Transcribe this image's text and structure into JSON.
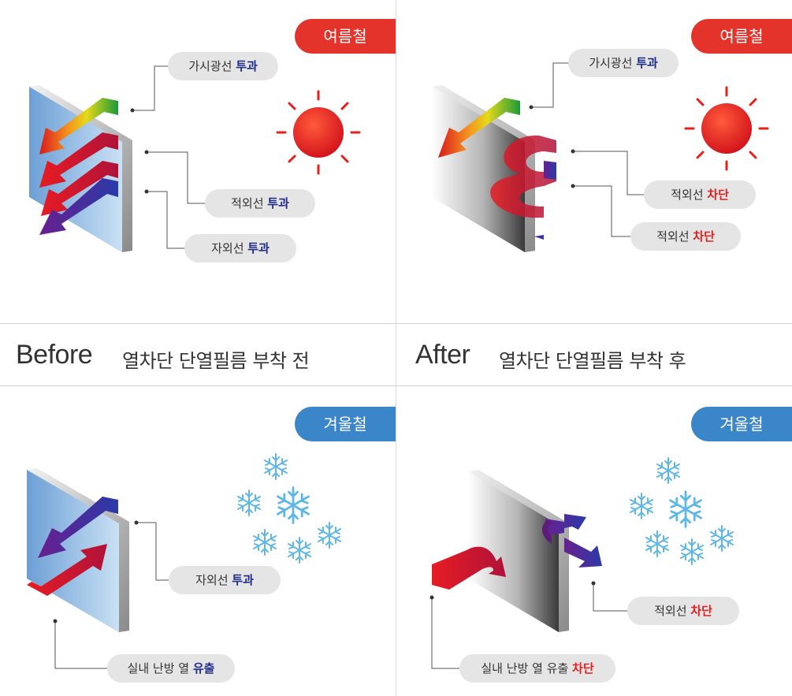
{
  "colors": {
    "summer": "#e4332a",
    "winter": "#3a86c8",
    "pass": "#1f2d86",
    "block": "#e41e1e"
  },
  "sections": {
    "before": {
      "label_en": "Before",
      "label_ko": "열차단 단열필름 부착 전"
    },
    "after": {
      "label_en": "After",
      "label_ko": "열차단 단열필름 부착 후"
    }
  },
  "seasons": {
    "summer": "여름철",
    "winter": "겨울철"
  },
  "before_summer": {
    "labels": [
      {
        "name": "가시광선",
        "status": "투과"
      },
      {
        "name": "적외선",
        "status": "투과"
      },
      {
        "name": "자외선",
        "status": "투과"
      }
    ]
  },
  "after_summer": {
    "labels": [
      {
        "name": "가시광선",
        "status": "투과"
      },
      {
        "name": "적외선",
        "status": "차단"
      },
      {
        "name": "적외선",
        "status": "차단"
      }
    ]
  },
  "before_winter": {
    "labels": [
      {
        "name": "자외선",
        "status": "투과"
      },
      {
        "name": "실내 난방 열",
        "status": "유출"
      }
    ]
  },
  "after_winter": {
    "labels": [
      {
        "name": "적외선",
        "status": "차단"
      },
      {
        "name": "실내 난방 열 유출",
        "status": "차단"
      }
    ]
  }
}
